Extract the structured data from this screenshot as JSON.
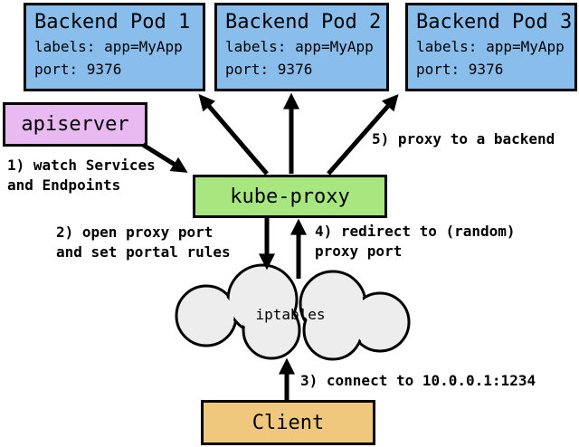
{
  "colors": {
    "pod_fill": "#89beec",
    "apiserver_fill": "#e9baf1",
    "kube_proxy_fill": "#a8e77f",
    "client_fill": "#efc87e",
    "cloud_fill": "#ededed",
    "outline": "#000000",
    "background": "#ffffff"
  },
  "pods": [
    {
      "title": "Backend Pod 1",
      "labels_line": "labels: app=MyApp",
      "port_line": "port: 9376"
    },
    {
      "title": "Backend Pod 2",
      "labels_line": "labels: app=MyApp",
      "port_line": "port: 9376"
    },
    {
      "title": "Backend Pod 3",
      "labels_line": "labels: app=MyApp",
      "port_line": "port: 9376"
    }
  ],
  "nodes": {
    "apiserver": "apiserver",
    "kube_proxy": "kube-proxy",
    "iptables": "iptables",
    "client": "Client"
  },
  "steps": [
    {
      "lines": [
        "1) watch Services",
        "and Endpoints"
      ]
    },
    {
      "lines": [
        "2) open proxy port",
        "and set portal rules"
      ]
    },
    {
      "lines": [
        "3) connect to 10.0.0.1:1234"
      ]
    },
    {
      "lines": [
        "4) redirect to (random)",
        "proxy port"
      ]
    },
    {
      "lines": [
        "5) proxy to a backend"
      ]
    }
  ]
}
